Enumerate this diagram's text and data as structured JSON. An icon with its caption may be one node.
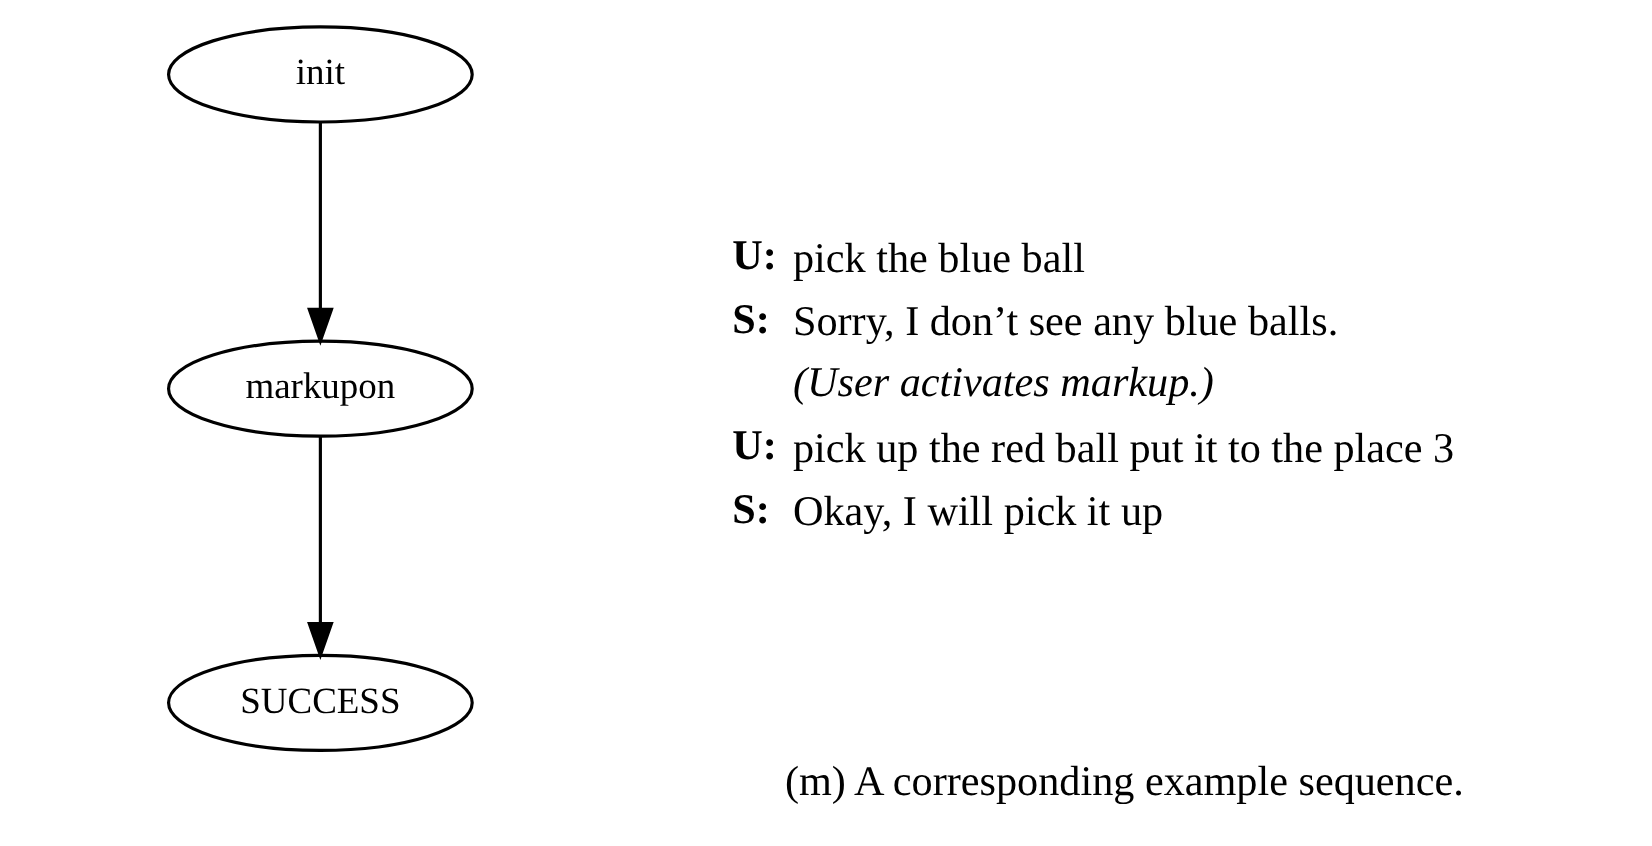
{
  "diagram": {
    "caption": "(m) A corresponding example sequence.",
    "nodes": [
      {
        "text": [
          "init"
        ]
      },
      {
        "text": [
          "markupon"
        ]
      },
      {
        "text": [
          "SUCCESS"
        ]
      }
    ],
    "edges": [
      {
        "from": 0,
        "to": 1,
        "arrow": "to"
      },
      {
        "from": 1,
        "to": 2,
        "arrow": "to"
      }
    ],
    "labels": [
      "U:",
      "pick the blue ball",
      "S:",
      "Sorry, I don’t see any blue balls.",
      "(User activates markup.)",
      "U:",
      "pick up the red ball put it to the place 3",
      "S:",
      "Okay, I will pick it up"
    ]
  }
}
